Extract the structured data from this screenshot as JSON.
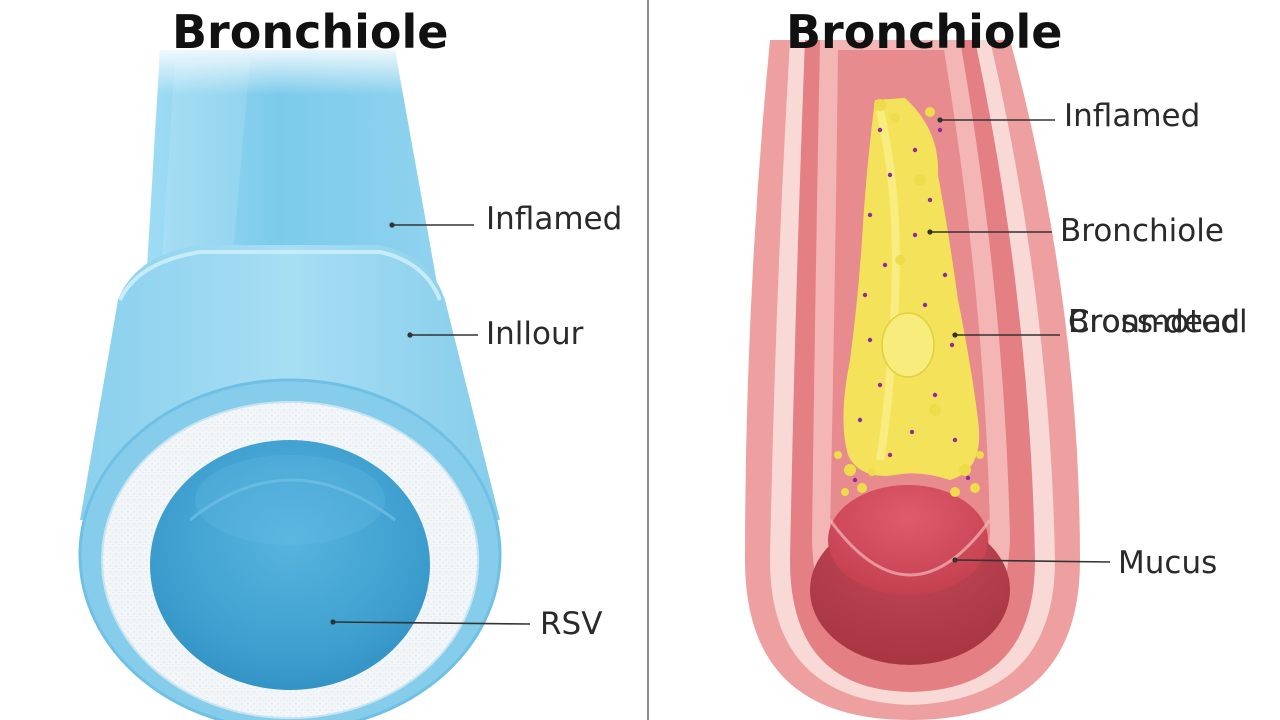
{
  "left_panel": {
    "title": "Bronchiole",
    "labels": {
      "inflamed": "Inflamed",
      "inllour": "Inllour",
      "rsv": "RSV"
    }
  },
  "right_panel": {
    "title": "Bronchiole",
    "labels": {
      "inflamed": "Inflamed",
      "bronchiole": "Bronchiole",
      "bronmoted_line1": "Bronmoted",
      "bronmoted_line2": "Cross-deacl",
      "mucus": "Mucus"
    }
  },
  "colors": {
    "healthy_tube": "#8fd3ef",
    "healthy_wall": "#f4f6f7",
    "inflamed_wall": "#e98c8c",
    "mucus_yellow": "#f4e35a",
    "lumen_red": "#cc4b5e",
    "leader_line": "#333333"
  },
  "icons": {
    "healthy_bronchiole": "healthy-bronchiole-illustration",
    "inflamed_bronchiole": "inflamed-bronchiole-illustration"
  }
}
